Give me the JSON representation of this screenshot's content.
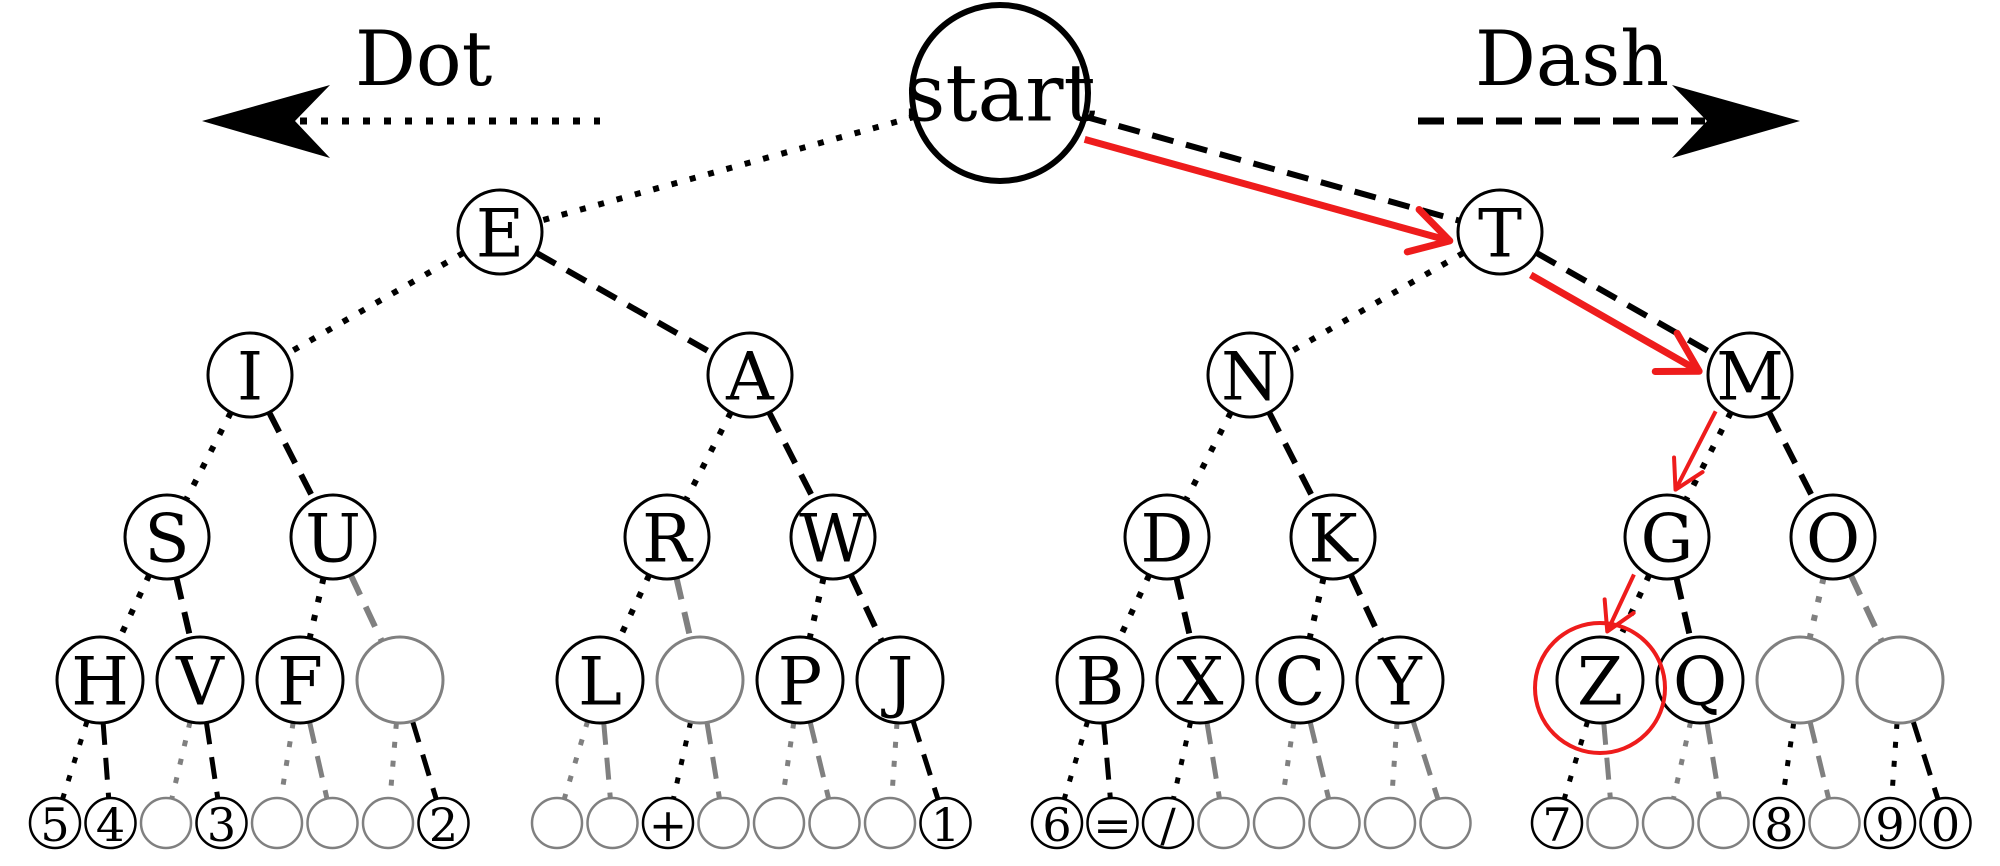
{
  "legend": {
    "dot": "Dot",
    "dash": "Dash"
  },
  "root": {
    "label": "start"
  },
  "tree": {
    "level1": [
      "E",
      "T"
    ],
    "level2": [
      "I",
      "A",
      "N",
      "M"
    ],
    "level3": [
      "S",
      "U",
      "R",
      "W",
      "D",
      "K",
      "G",
      "O"
    ],
    "level4": [
      "H",
      "V",
      "F",
      "",
      "L",
      "",
      "P",
      "J",
      "B",
      "X",
      "C",
      "Y",
      "Z",
      "Q",
      "",
      ""
    ],
    "level5": [
      "5",
      "4",
      "",
      "3",
      "",
      "",
      "",
      "2",
      "",
      "",
      "+",
      "",
      "",
      "",
      "",
      "1",
      "6",
      "=",
      "/",
      "",
      "",
      "",
      "",
      "",
      "7",
      "",
      "",
      "",
      "8",
      "",
      "9",
      "0"
    ]
  },
  "highlight": {
    "path": [
      "start",
      "T",
      "M",
      "G",
      "Z"
    ],
    "color": "#ee1c1c"
  },
  "colors": {
    "line": "#000000",
    "empty": "#808080"
  }
}
